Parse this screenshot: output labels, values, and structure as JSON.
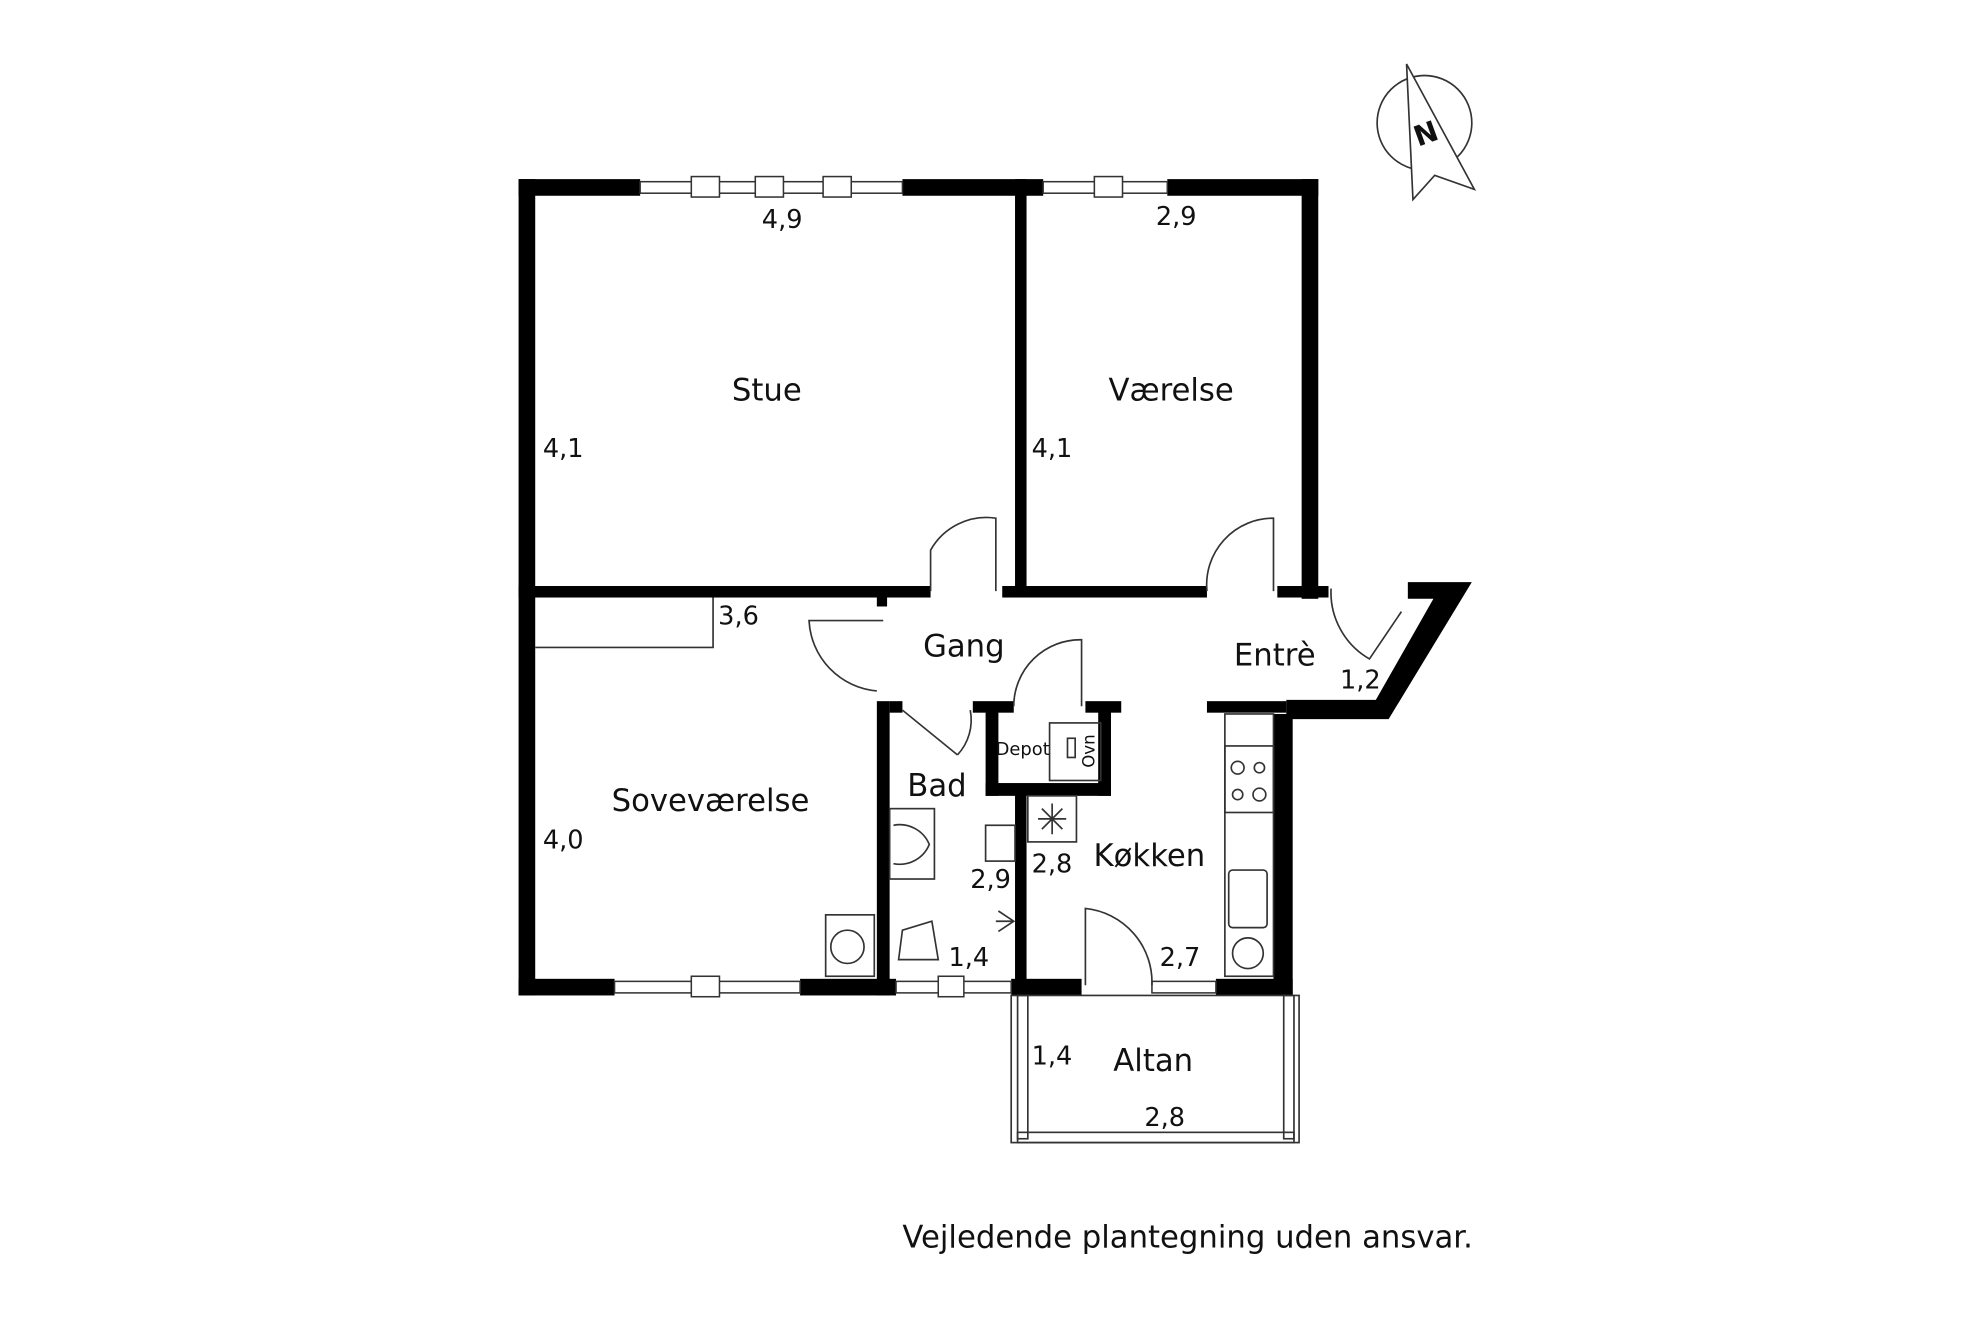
{
  "rooms": {
    "stue": "Stue",
    "vaerelse": "Værelse",
    "gang": "Gang",
    "entre": "Entrè",
    "sovevaerelse": "Soveværelse",
    "bad": "Bad",
    "depot": "Depot",
    "ovn": "Ovn",
    "kokken": "Køkken",
    "altan": "Altan"
  },
  "dimensions": {
    "stue_width": "4,9",
    "stue_depth": "4,1",
    "vaerelse_width": "2,9",
    "vaerelse_depth": "4,1",
    "sove_width": "3,6",
    "sove_depth": "4,0",
    "entre": "1,2",
    "bad_depth": "2,9",
    "bad_width": "1,4",
    "kokken_depth": "2,8",
    "kokken_width": "2,7",
    "altan_depth": "1,4",
    "altan_width": "2,8"
  },
  "compass": "N",
  "disclaimer": "Vejledende plantegning uden ansvar."
}
